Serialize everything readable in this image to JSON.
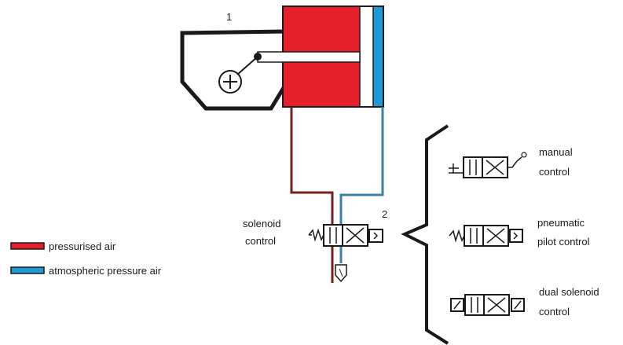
{
  "labels": {
    "part_1": "1",
    "part_2": "2",
    "solenoid_control": [
      "solenoid",
      "control"
    ]
  },
  "legend": [
    {
      "label": "pressurised air",
      "color": "#e5202a"
    },
    {
      "label": "atmospheric pressure air",
      "color": "#1e9ad6"
    }
  ],
  "valve_options": [
    {
      "lines": [
        "manual",
        "control"
      ],
      "actuator": "manual-lever"
    },
    {
      "lines": [
        "pneumatic",
        "pilot control"
      ],
      "actuator": "pneumatic-pilot"
    },
    {
      "lines": [
        "dual solenoid",
        "control"
      ],
      "actuator": "dual-solenoid"
    }
  ],
  "colors": {
    "pressure": "#e5202a",
    "atmospheric": "#1e9ad6",
    "pressure_line": "#7a1f1f",
    "atmospheric_line": "#3f7fa3",
    "outline": "#1a1a1a"
  }
}
